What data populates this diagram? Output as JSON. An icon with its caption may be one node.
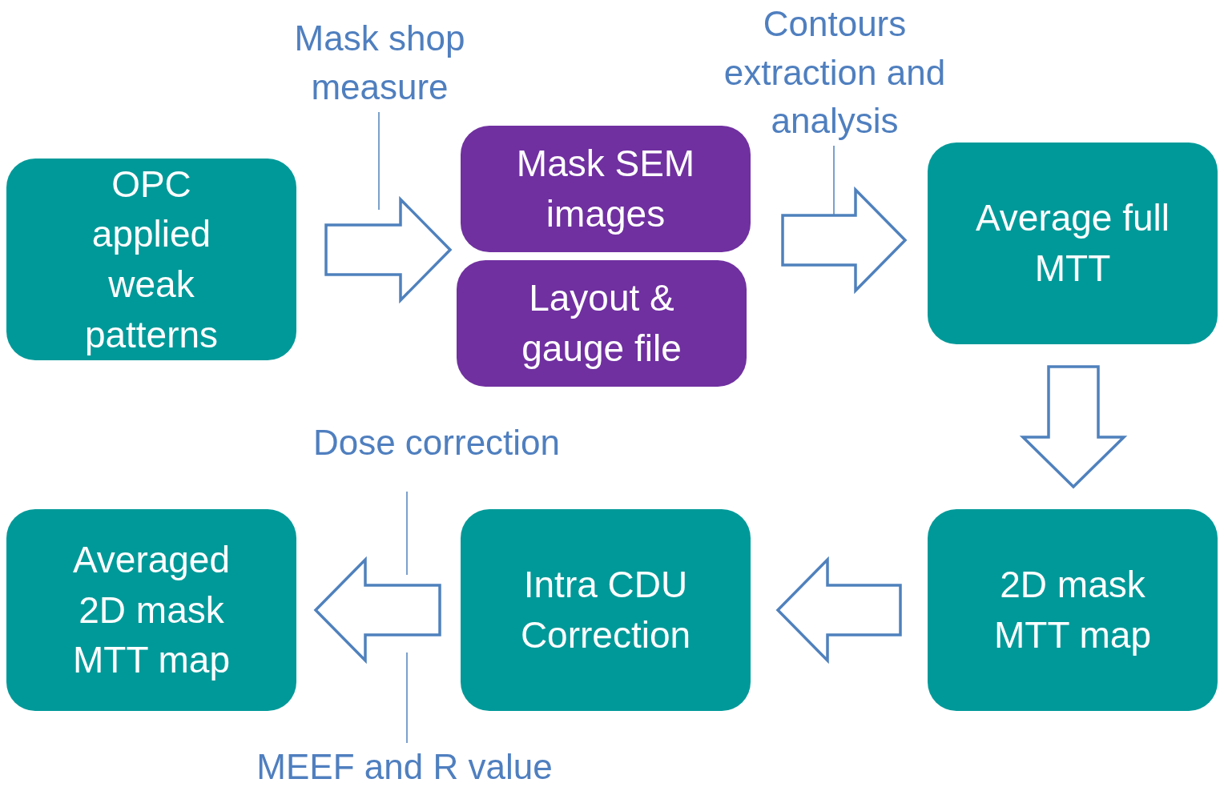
{
  "diagram": {
    "nodes": [
      {
        "text": [
          "OPC applied weak patterns"
        ]
      },
      {
        "text": [
          "Mask SEM images"
        ]
      },
      {
        "text": [
          "Layout & gauge file"
        ]
      },
      {
        "text": [
          "Average full MTT"
        ]
      },
      {
        "text": [
          "2D mask MTT map"
        ]
      },
      {
        "text": [
          "Intra CDU Correction"
        ]
      },
      {
        "text": [
          "Averaged 2D mask MTT map"
        ]
      },
      {
        "text": [
          "Mask shop measure"
        ]
      },
      {
        "text": [
          "Contours extraction and analysis"
        ]
      },
      {
        "text": [
          "Dose correction"
        ]
      },
      {
        "text": [
          "MEEF and R value"
        ]
      }
    ],
    "edges": [
      {
        "from": 0,
        "to": 1,
        "arrow": "to"
      },
      {
        "from": 1,
        "to": 3,
        "arrow": "to"
      },
      {
        "from": 3,
        "to": 4,
        "arrow": "to"
      },
      {
        "from": 4,
        "to": 5,
        "arrow": "to"
      },
      {
        "from": 5,
        "to": 6,
        "arrow": "to"
      },
      {
        "from": 7,
        "to": null,
        "arrow": "none"
      },
      {
        "from": 8,
        "to": null,
        "arrow": "none"
      },
      {
        "from": 9,
        "to": null,
        "arrow": "none"
      },
      {
        "from": 10,
        "to": null,
        "arrow": "none"
      }
    ]
  }
}
